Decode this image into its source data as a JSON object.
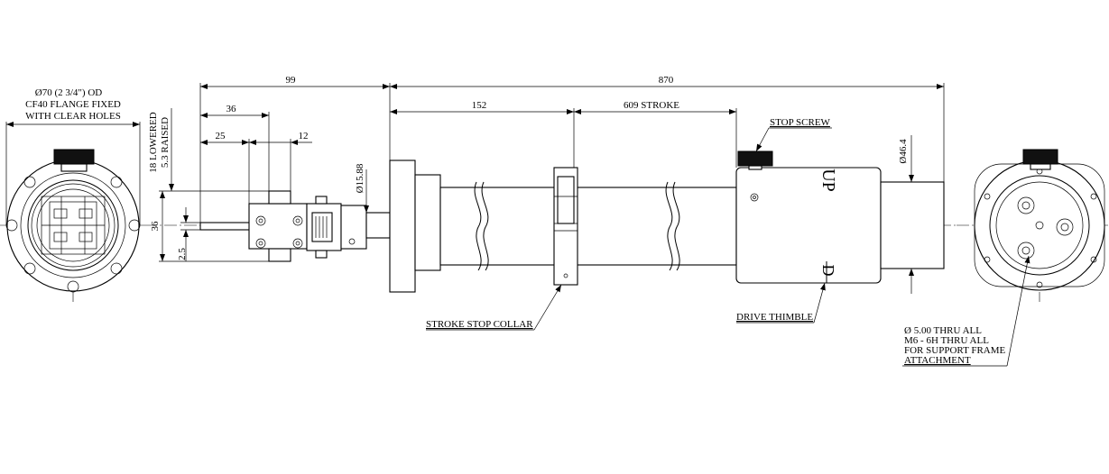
{
  "flange_note": {
    "line1": "Ø70 (2 3/4\") OD",
    "line2": "CF40 FLANGE FIXED",
    "line3": "WITH CLEAR HOLES"
  },
  "dimensions": {
    "overall_left": "99",
    "overall_main": "870",
    "d36_top": "36",
    "d25": "25",
    "d12": "12",
    "d152": "152",
    "stroke": "609 STROKE",
    "lowered": "18 LOWERED",
    "raised": "5.3 RAISED",
    "d36_side": "36",
    "d2_5": "2.5",
    "dia_15_88": "Ø15.88",
    "dia_46_4": "Ø46.4"
  },
  "callouts": {
    "stop_screw": "STOP SCREW",
    "stroke_stop_collar": "STROKE STOP COLLAR",
    "drive_thimble": "DRIVE THIMBLE",
    "hole_note": {
      "line1": "Ø 5.00 THRU ALL",
      "line2": "M6 - 6H THRU ALL",
      "line3": "FOR SUPPORT FRAME",
      "line4": "ATTACHMENT"
    }
  },
  "thimble_marks": {
    "up": "UP",
    "down": "D"
  },
  "colors": {
    "line": "#000000",
    "background": "#ffffff"
  }
}
